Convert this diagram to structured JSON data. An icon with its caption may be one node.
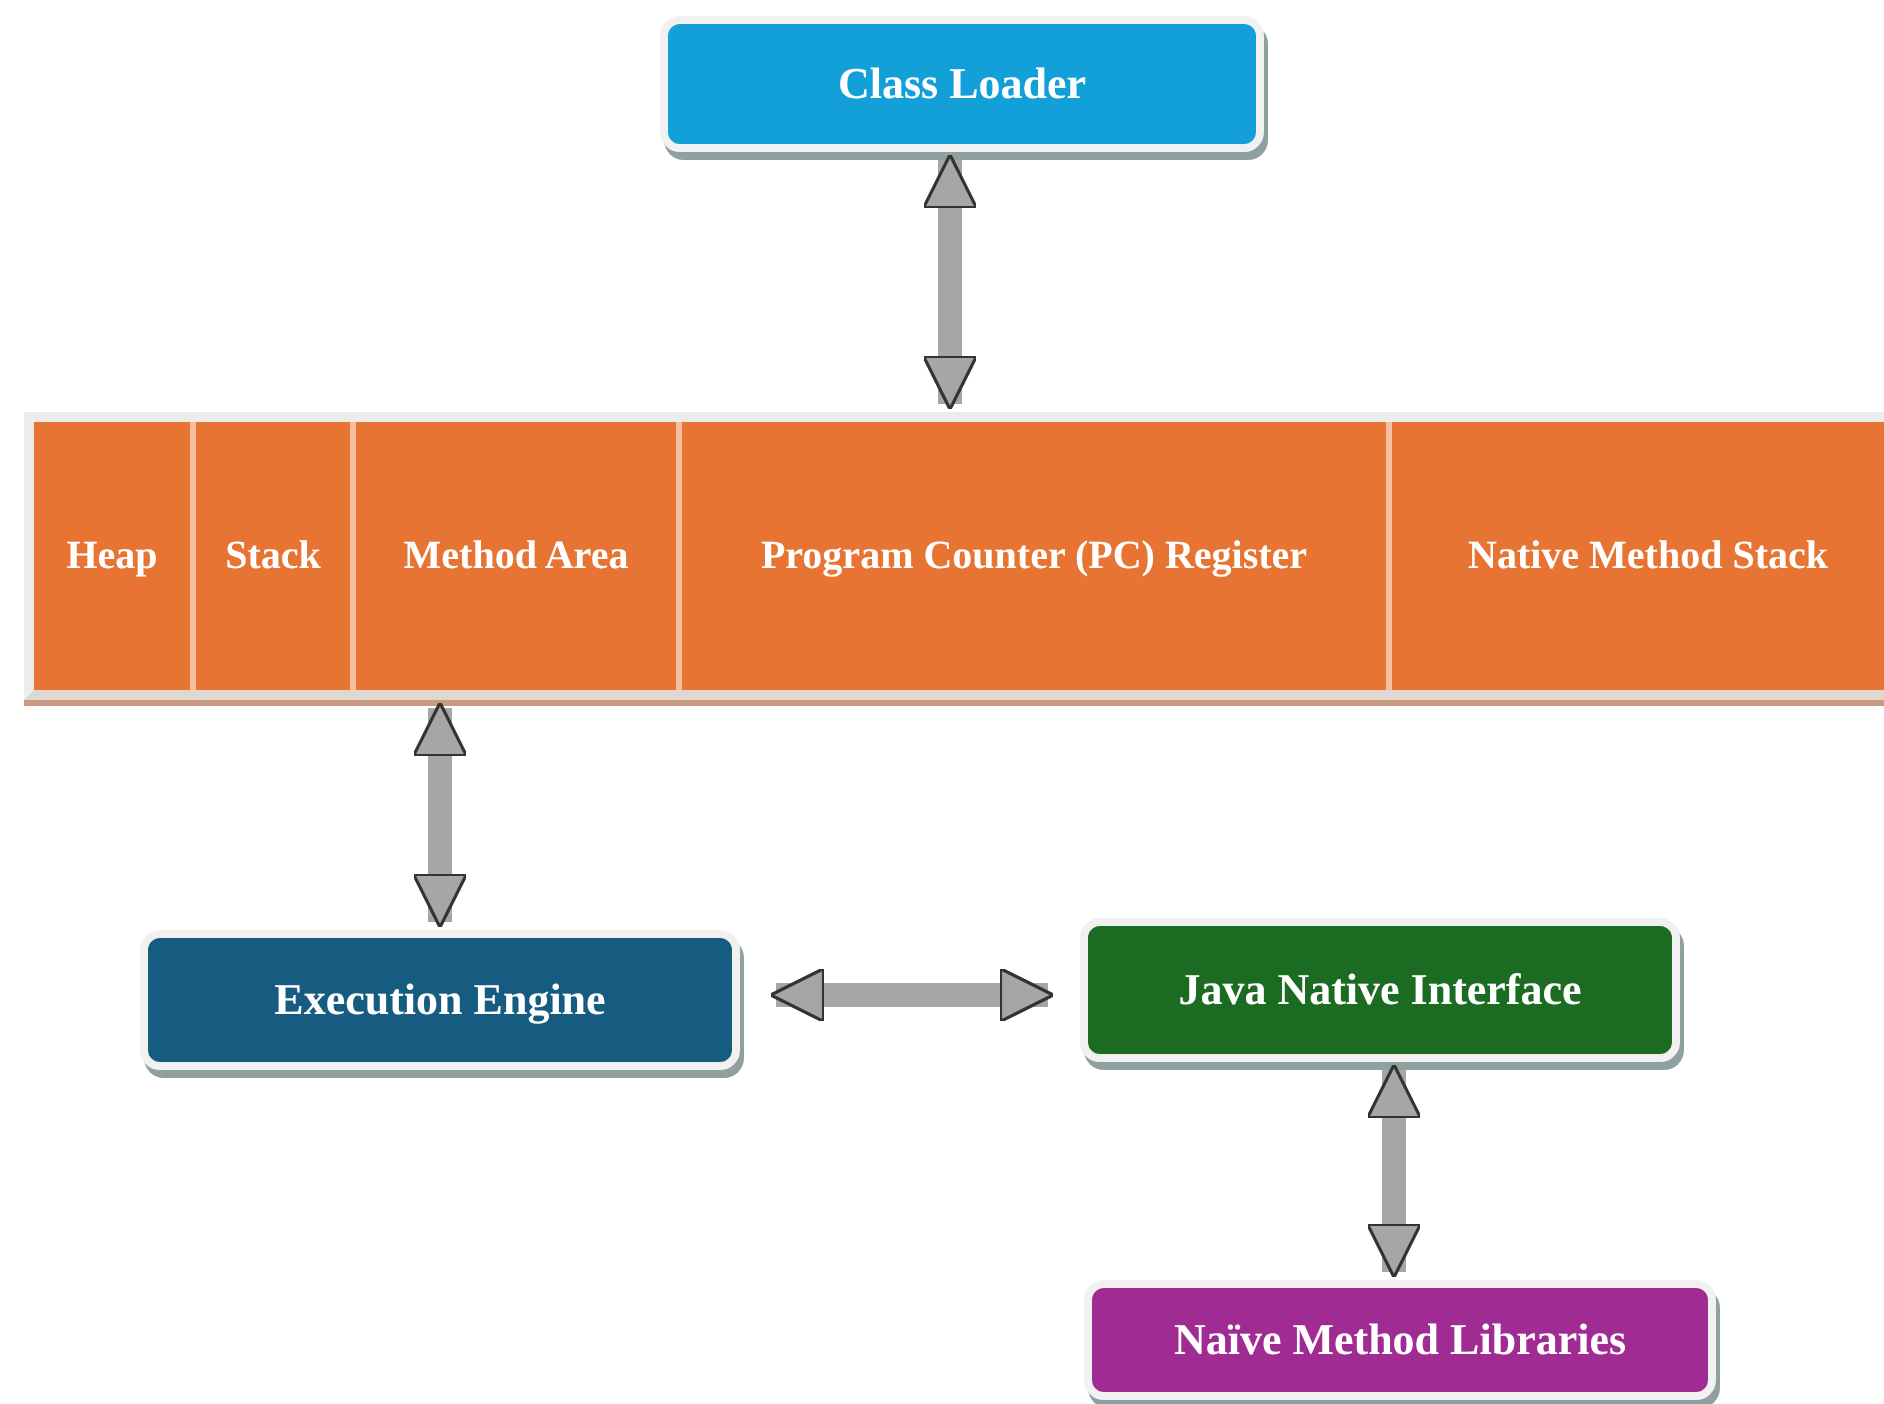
{
  "diagram": {
    "nodes": [
      {
        "text": [
          "Class Loader"
        ]
      },
      {
        "text": [],
        "shape": "bar"
      },
      {
        "text": [
          "Heap"
        ],
        "in": 1
      },
      {
        "text": [
          "Stack"
        ],
        "in": 1
      },
      {
        "text": [
          "Method Area"
        ],
        "in": 1
      },
      {
        "text": [
          "Program Counter (PC) Register"
        ],
        "in": 1
      },
      {
        "text": [
          "Native Method Stack"
        ],
        "in": 1
      },
      {
        "text": [
          "Execution Engine"
        ]
      },
      {
        "text": [
          "Java Native Interface"
        ]
      },
      {
        "text": [
          "Naïve Method Libraries"
        ]
      }
    ],
    "edges": [
      {
        "from": 0,
        "to": 1,
        "arrow": "both"
      },
      {
        "from": 1,
        "to": 7,
        "arrow": "both"
      },
      {
        "from": 7,
        "to": 8,
        "arrow": "both"
      },
      {
        "from": 8,
        "to": 9,
        "arrow": "both"
      }
    ]
  }
}
